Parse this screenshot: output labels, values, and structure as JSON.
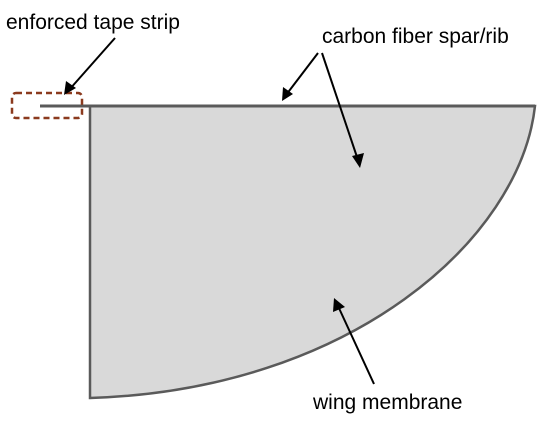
{
  "labels": {
    "tape_strip": "enforced tape strip",
    "spar_rib": "carbon fiber spar/rib",
    "membrane": "wing membrane"
  },
  "colors": {
    "membrane_fill": "#d9d9d9",
    "membrane_outline": "#5a5a5a",
    "tape_box": "#8b3a1e",
    "arrow": "#000000",
    "text": "#000000"
  }
}
